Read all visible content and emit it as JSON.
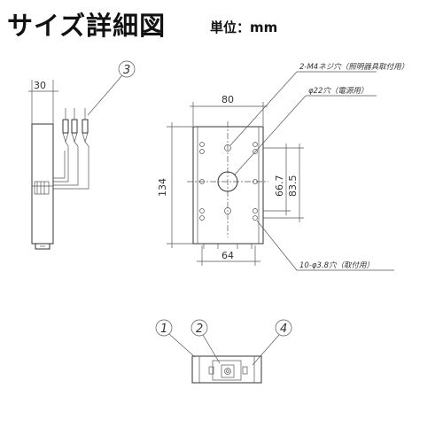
{
  "header": {
    "title": "サイズ詳細図",
    "unit": "単位：mm"
  },
  "side_view": {
    "width_dim": "30",
    "callout": "3"
  },
  "front_view": {
    "width_top": "80",
    "width_bottom": "64",
    "height": "134",
    "dim_inner": "66.7",
    "dim_outer": "83.5",
    "note_m4": "2-M4ネジ穴（照明器具取付用）",
    "note_hole": "φ22穴（電源用）",
    "note_mount": "10-φ3.8穴（取付用）"
  },
  "bottom_view": {
    "callouts": [
      "1",
      "2",
      "4"
    ]
  }
}
